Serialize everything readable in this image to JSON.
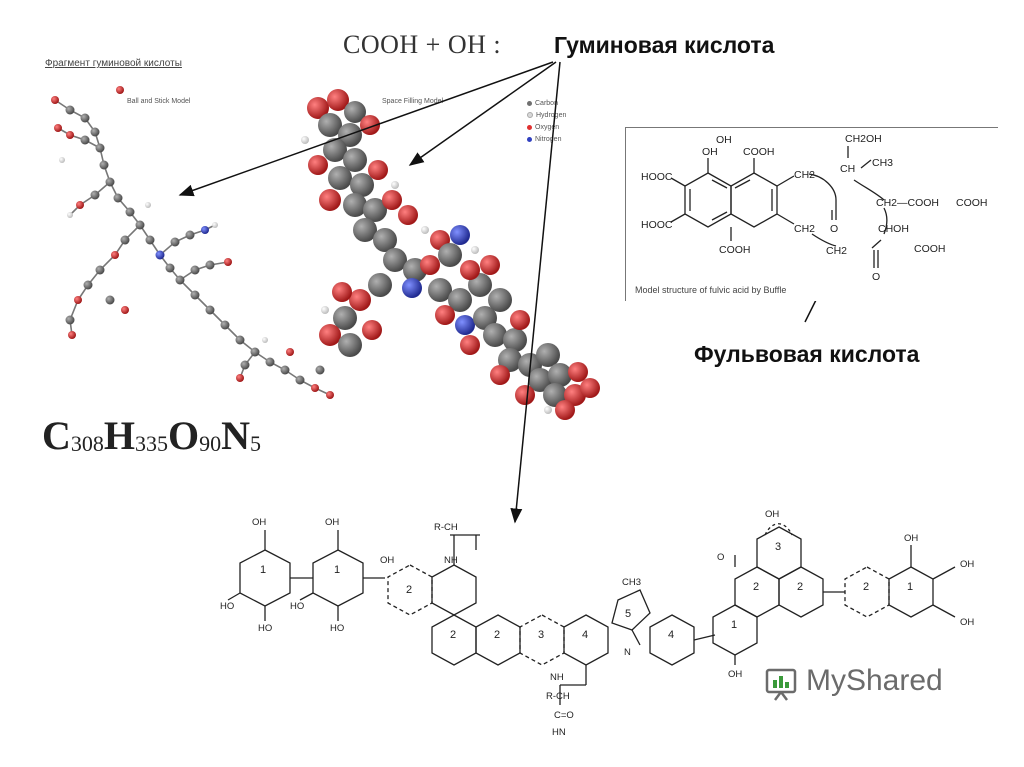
{
  "title": {
    "formula": "COOH + OH :",
    "humic_acid_label": "Гуминовая кислота"
  },
  "fragment": {
    "caption": "Фрагмент гуминовой кислоты",
    "ball_stick_caption": "Ball and Stick Model",
    "space_filling_caption": "Space Filling Model",
    "legend": [
      {
        "label": "Carbon",
        "color": "#707070"
      },
      {
        "label": "Hydrogen",
        "color": "#d8d8d8"
      },
      {
        "label": "Oxygen",
        "color": "#e03030"
      },
      {
        "label": "Nitrogen",
        "color": "#3040c0"
      }
    ]
  },
  "molecular_formula": {
    "parts": [
      {
        "el": "C",
        "n": "308"
      },
      {
        "el": "H",
        "n": "335"
      },
      {
        "el": "O",
        "n": "90"
      },
      {
        "el": "N",
        "n": "5"
      }
    ]
  },
  "fulvic": {
    "caption": "Model structure of fulvic acid by Buffle",
    "label": "Фульвовая кислота",
    "groups": {
      "oh1": "OH",
      "cooh1": "COOH",
      "ch2oh": "CH2OH",
      "hooc1": "HOOC",
      "ch2a": "CH2",
      "ch": "CH",
      "ch3": "CH3",
      "ch2cooh": "CH2—COOH",
      "hooc2": "HOOC",
      "ch2b": "CH2",
      "choh": "CHOH",
      "cooh2": "COOH",
      "cooh3": "COOH",
      "oh2": "OH",
      "ch2c": "CH2",
      "cooh4": "COOH",
      "o1": "O",
      "o2": "O"
    }
  },
  "bottom_structure": {
    "ring_numbers": [
      "1",
      "1",
      "2",
      "2",
      "2",
      "3",
      "4",
      "5",
      "4",
      "1",
      "2",
      "2",
      "3",
      "2",
      "1"
    ],
    "groups": [
      "OH",
      "OH",
      "HO",
      "HO",
      "HO",
      "HO",
      "OH",
      "CH3",
      "R-CH",
      "NH",
      "NH",
      "R-CH",
      "C=O",
      "HN",
      "N",
      "OH",
      "OH",
      "OH",
      "OH",
      "OH",
      "O"
    ]
  },
  "watermark": {
    "text": "MyShared"
  }
}
